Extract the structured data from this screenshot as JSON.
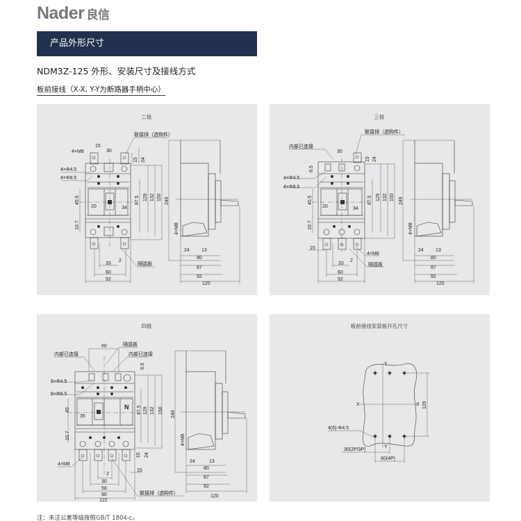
{
  "brand": {
    "logo_text": "Nader",
    "logo_cn": "良信"
  },
  "banner": {
    "title": "产品外形尺寸"
  },
  "heading": "NDM3Z-125 外形、安装尺寸及接线方式",
  "subheading": "板前接线（X-X, Y-Y为断路器手柄中心）",
  "panels": [
    {
      "title": "二极",
      "labels": [
        "联接排（选购件）",
        "15",
        "30",
        "4×M8",
        "15",
        "24",
        "4×Φ4.5",
        "4×Φ8.5",
        "45.5",
        "20",
        "34",
        "10.7",
        "87.5",
        "129",
        "132",
        "150",
        "33",
        "2",
        "60",
        "92",
        "隔弧板",
        "249",
        "4×M8",
        "24",
        "13",
        "80",
        "87",
        "92",
        "120"
      ]
    },
    {
      "title": "三极",
      "labels": [
        "联接排（选购件）",
        "内部已连接",
        "30",
        "15",
        "24",
        "6.5",
        "4×Φ4.5",
        "4×Φ8.5",
        "45.5",
        "20",
        "34",
        "10.7",
        "87.5",
        "129",
        "132",
        "150",
        "15",
        "4×M8",
        "33",
        "2",
        "隔弧板",
        "60",
        "92",
        "249",
        "4×M8",
        "24",
        "13",
        "80",
        "87",
        "92",
        "120"
      ]
    },
    {
      "title": "四极",
      "labels": [
        "60",
        "隔弧板",
        "内部已连接",
        "内部已连接",
        "6.5",
        "6×Φ4.5",
        "6×Φ8.5",
        "N",
        "45",
        "35",
        "10.7",
        "87.5",
        "129",
        "132",
        "150",
        "15",
        "24",
        "4×M8",
        "15",
        "2",
        "30",
        "58",
        "90",
        "122",
        "联接排（选购件）",
        "249",
        "4×M8",
        "24",
        "13",
        "80",
        "87",
        "92",
        "120"
      ]
    },
    {
      "title": "板前接线安装板开孔尺寸",
      "labels": [
        "Y",
        "Y",
        "X",
        "X",
        "129",
        "4(6)-Φ4.5",
        "30(2P/3P)",
        "60(4P)"
      ]
    }
  ],
  "note": "注：未注公差等级按照GB/T 1804-c。"
}
